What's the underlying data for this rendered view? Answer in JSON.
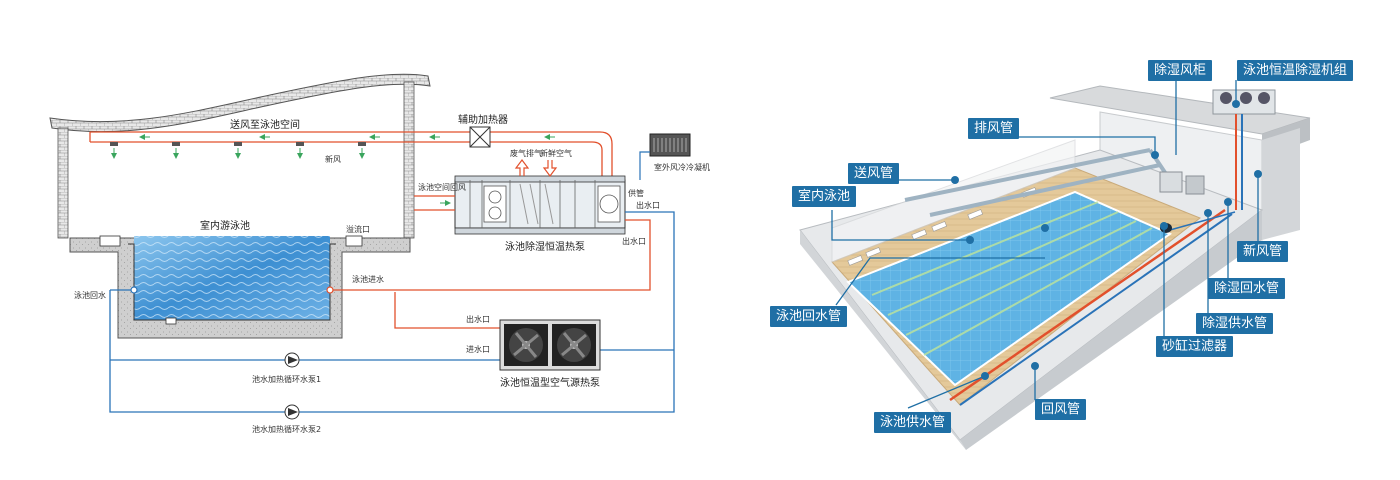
{
  "schematic": {
    "supply_air": "送风至泳池空间",
    "aux_heater": "辅助加热器",
    "fresh_air": "新风",
    "exhaust_air": "废气排气",
    "fresh_air2": "新鲜空气",
    "return_air": "泳池空间回风",
    "supply_pipe": "供管",
    "condenser": "室外风冷冷凝机",
    "water_out1": "出水口",
    "water_out2": "出水口",
    "pool_room": "室内游泳池",
    "overflow": "溢流口",
    "pool_return": "泳池回水",
    "pool_inlet": "泳池进水",
    "dehum_unit": "泳池除湿恒温热泵",
    "water_out3": "出水口",
    "water_in": "进水口",
    "air_hp": "泳池恒温型空气源热泵",
    "pump1": "池水加热循环水泵1",
    "pump2": "池水加热循环水泵2"
  },
  "render": {
    "dehum_cabinet": "除湿风柜",
    "dehum_unit": "泳池恒温除湿机组",
    "exhaust_duct": "排风管",
    "supply_duct": "送风管",
    "indoor_pool": "室内泳池",
    "fresh_duct": "新风管",
    "dehum_return": "除湿回水管",
    "pool_return_pipe": "泳池回水管",
    "dehum_supply": "除湿供水管",
    "sand_filter": "砂缸过滤器",
    "pool_supply_pipe": "泳池供水管",
    "return_duct": "回风管"
  },
  "colors": {
    "tag_bg": "#1f6fa5",
    "hot_pipe": "#e2502c",
    "cold_pipe": "#2a73b8",
    "wall": "#c8c8c8",
    "pool_water": "#5aa3dd"
  }
}
